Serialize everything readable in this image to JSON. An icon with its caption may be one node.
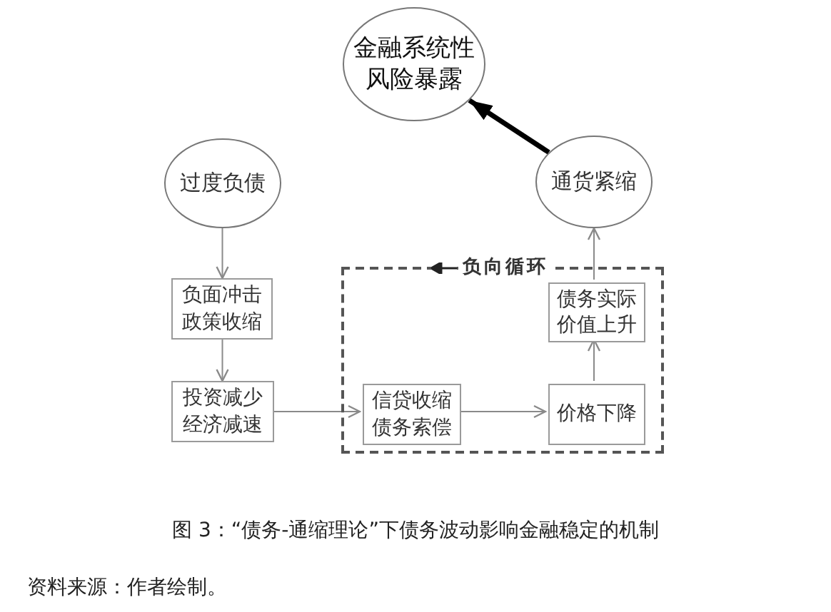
{
  "diagram": {
    "caption": "图 3：“债务-通缩理论”下债务波动影响金融稳定的机制",
    "nodes": [
      {
        "text": [
          "金融系统性风险暴露"
        ]
      },
      {
        "text": [
          "过度负债"
        ]
      },
      {
        "text": [
          "通货紧缩"
        ]
      },
      {
        "text": [
          "负面冲击政策收缩"
        ]
      },
      {
        "text": [
          "投资减少经济减速"
        ]
      },
      {
        "text": [
          "负向循环"
        ]
      },
      {
        "text": [
          "信贷收缩债务索偿"
        ],
        "in": 5
      },
      {
        "text": [
          "价格下降"
        ],
        "in": 5
      },
      {
        "text": [
          "债务实际价值上升"
        ],
        "in": 5
      }
    ],
    "edges": [
      {
        "from": 1,
        "to": 3,
        "arrow": "to"
      },
      {
        "from": 3,
        "to": 4,
        "arrow": "to"
      },
      {
        "from": 4,
        "to": 6,
        "arrow": "to"
      },
      {
        "from": 6,
        "to": 7,
        "arrow": "to"
      },
      {
        "from": 7,
        "to": 8,
        "arrow": "to"
      },
      {
        "from": 8,
        "to": 2,
        "arrow": "to"
      },
      {
        "from": 2,
        "to": 0,
        "arrow": "to",
        "style": "thick",
        "color": "#000000"
      }
    ],
    "labels": [
      "资料来源：作者绘制。"
    ]
  }
}
